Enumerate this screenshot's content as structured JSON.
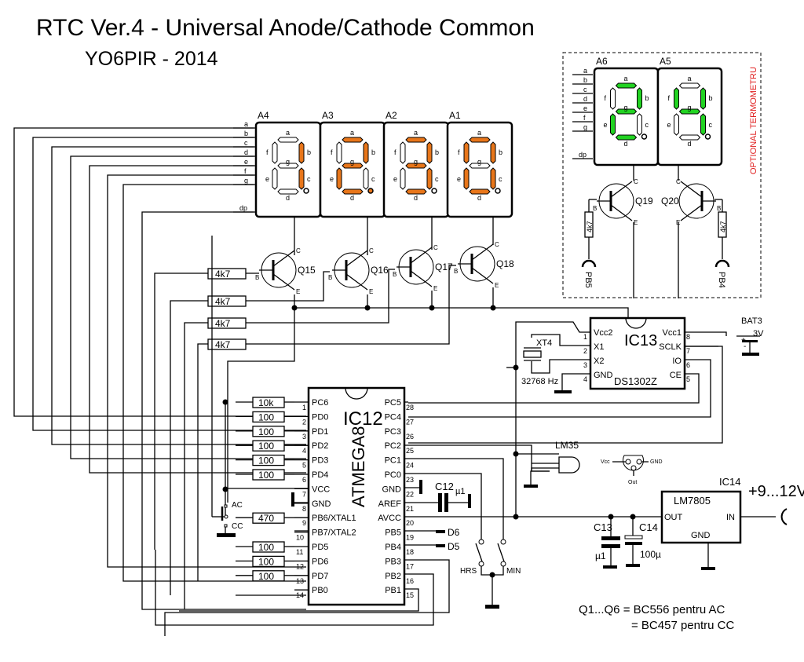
{
  "title": "RTC Ver.4 - Universal Anode/Cathode Common",
  "subtitle": "YO6PIR - 2014",
  "colors": {
    "orange_segment": "#e8761a",
    "green_segment": "#22d322",
    "optional_label": "#e02020",
    "wire": "#000000"
  },
  "displays_main": [
    {
      "ref": "A4",
      "on": [
        "b",
        "c"
      ],
      "dp_on": false
    },
    {
      "ref": "A3",
      "on": [
        "a",
        "b",
        "g",
        "e",
        "d"
      ],
      "dp_on": true
    },
    {
      "ref": "A2",
      "on": [
        "a",
        "b",
        "g",
        "c",
        "d"
      ],
      "dp_on": false
    },
    {
      "ref": "A1",
      "on": [
        "a",
        "b",
        "c",
        "d",
        "e",
        "f"
      ],
      "dp_on": false
    }
  ],
  "displays_optional": [
    {
      "ref": "A6",
      "on": [
        "a",
        "b",
        "g",
        "e",
        "d"
      ],
      "dp_on": false
    },
    {
      "ref": "A5",
      "on": [
        "f",
        "b",
        "g",
        "c"
      ],
      "dp_on": false
    }
  ],
  "segment_labels": [
    "a",
    "b",
    "c",
    "d",
    "e",
    "f",
    "g",
    "dp"
  ],
  "optional_label": "OPTIONAL TERMOMETRU",
  "transistors": [
    {
      "ref": "Q15",
      "b": "B",
      "c": "C",
      "e": "E"
    },
    {
      "ref": "Q16",
      "b": "B",
      "c": "C",
      "e": "E"
    },
    {
      "ref": "Q17",
      "b": "B",
      "c": "C",
      "e": "E"
    },
    {
      "ref": "Q18",
      "b": "B",
      "c": "C",
      "e": "E"
    },
    {
      "ref": "Q19",
      "b": "B",
      "c": "C",
      "e": "E"
    },
    {
      "ref": "Q20",
      "b": "B",
      "c": "C",
      "e": "E"
    }
  ],
  "base_resistors": [
    "4k7",
    "4k7",
    "4k7",
    "4k7"
  ],
  "optional_resistors": [
    "4k7",
    "4k7"
  ],
  "optional_ports": [
    "PB5",
    "PB4"
  ],
  "ic12": {
    "ref": "IC12",
    "part": "ATMEGA8",
    "left_pins": [
      {
        "num": "1",
        "name": "PC6"
      },
      {
        "num": "2",
        "name": "PD0"
      },
      {
        "num": "3",
        "name": "PD1"
      },
      {
        "num": "4",
        "name": "PD2"
      },
      {
        "num": "5",
        "name": "PD3"
      },
      {
        "num": "6",
        "name": "PD4"
      },
      {
        "num": "7",
        "name": "VCC"
      },
      {
        "num": "8",
        "name": "GND"
      },
      {
        "num": "9",
        "name": "PB6/XTAL1"
      },
      {
        "num": "10",
        "name": "PB7/XTAL2"
      },
      {
        "num": "11",
        "name": "PD5"
      },
      {
        "num": "12",
        "name": "PD6"
      },
      {
        "num": "13",
        "name": "PD7"
      },
      {
        "num": "14",
        "name": "PB0"
      }
    ],
    "right_pins": [
      {
        "num": "28",
        "name": "PC5"
      },
      {
        "num": "27",
        "name": "PC4"
      },
      {
        "num": "26",
        "name": "PC3"
      },
      {
        "num": "25",
        "name": "PC2"
      },
      {
        "num": "24",
        "name": "PC1"
      },
      {
        "num": "23",
        "name": "PC0"
      },
      {
        "num": "22",
        "name": "GND"
      },
      {
        "num": "21",
        "name": "AREF"
      },
      {
        "num": "20",
        "name": "AVCC"
      },
      {
        "num": "19",
        "name": "PB5"
      },
      {
        "num": "18",
        "name": "PB4"
      },
      {
        "num": "17",
        "name": "PB3"
      },
      {
        "num": "16",
        "name": "PB2"
      },
      {
        "num": "15",
        "name": "PB1"
      }
    ]
  },
  "ic12_resistors": [
    "10k",
    "100",
    "100",
    "100",
    "100",
    "100",
    "470",
    "100",
    "100",
    "100"
  ],
  "ac_cc": {
    "ac": "AC",
    "cc": "CC"
  },
  "ic13": {
    "ref": "IC13",
    "part": "DS1302Z",
    "left_pins": [
      {
        "num": "1",
        "name": "Vcc2"
      },
      {
        "num": "2",
        "name": "X1"
      },
      {
        "num": "3",
        "name": "X2"
      },
      {
        "num": "4",
        "name": "GND"
      }
    ],
    "right_pins": [
      {
        "num": "8",
        "name": "Vcc1"
      },
      {
        "num": "7",
        "name": "SCLK"
      },
      {
        "num": "6",
        "name": "IO"
      },
      {
        "num": "5",
        "name": "CE"
      }
    ]
  },
  "crystal": {
    "ref": "XT4",
    "freq": "32768 Hz"
  },
  "battery": {
    "ref": "BAT3",
    "voltage": "3V",
    "plus": "+",
    "minus": "-"
  },
  "lm35": {
    "ref": "LM35",
    "pinout": {
      "vcc": "Vcc",
      "gnd": "GND",
      "out": "Out"
    }
  },
  "c12": {
    "ref": "C12",
    "value": "µ1"
  },
  "c13": {
    "ref": "C13",
    "value": "µ1"
  },
  "c14": {
    "ref": "C14",
    "value": "100µ"
  },
  "leds": [
    "D6",
    "D5"
  ],
  "switches": [
    "HRS",
    "MIN"
  ],
  "ic14": {
    "ref": "IC14",
    "part": "LM7805",
    "out": "OUT",
    "in": "IN",
    "gnd": "GND"
  },
  "supply": "+9...12V",
  "note": {
    "line1": "Q1...Q6 = BC556 pentru AC",
    "line2": "= BC457 pentru CC"
  }
}
